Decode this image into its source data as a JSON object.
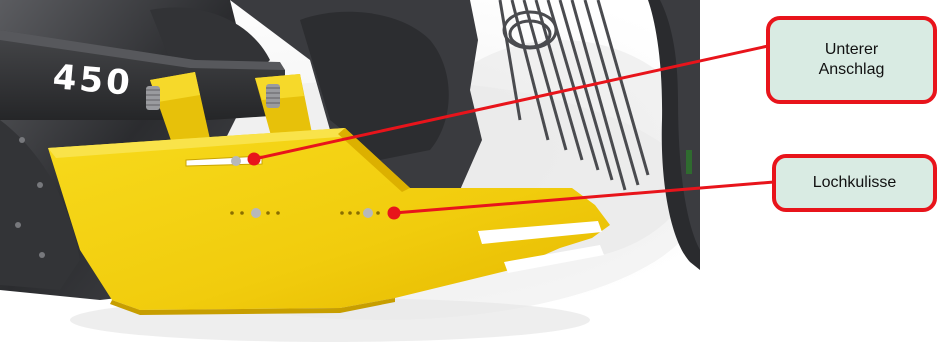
{
  "model_badge": {
    "text": "450"
  },
  "callouts": [
    {
      "label": "Unterer\nAnschlag"
    },
    {
      "label": "Lochkulisse"
    }
  ],
  "colors": {
    "callout_border": "#e8141b",
    "callout_fill": "#d9ebe3",
    "leader_line": "#e8141b",
    "guard_plate": "#f4d313",
    "frame": "#2f3033"
  }
}
